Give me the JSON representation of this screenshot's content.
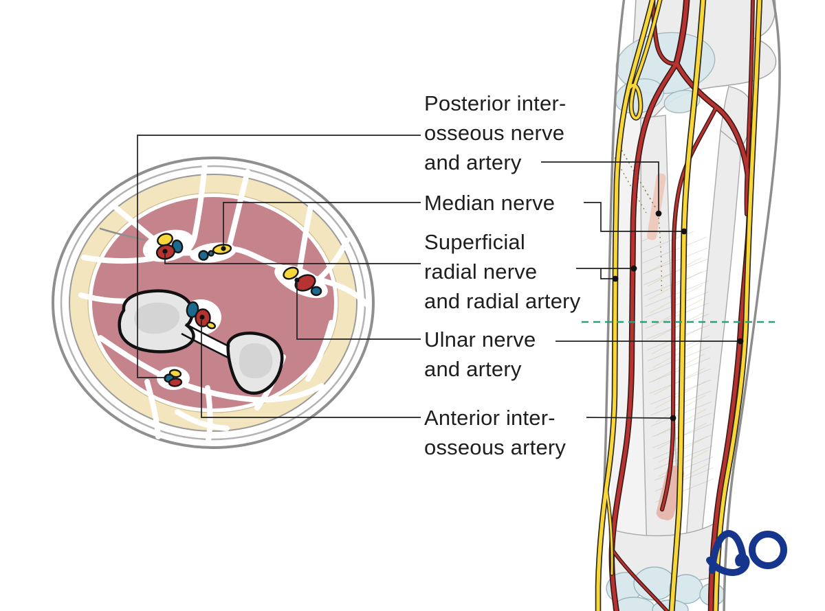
{
  "labels": {
    "posterior_interosseous": "Posterior inter-\nosseous nerve\nand artery",
    "median": "Median nerve",
    "superficial_radial": "Superficial\nradial nerve\nand radial artery",
    "ulnar": "Ulnar nerve\nand artery",
    "anterior_interosseous": "Anterior inter-\nosseous artery"
  },
  "logo_text": "AO",
  "colors": {
    "artery": "#b53331",
    "nerve": "#f7d73a",
    "vein": "#1d6a8f",
    "muscle": "#c5838c",
    "subcutaneous_fat": "#f3e5bd",
    "bone_fill": "#e6e6e6",
    "section_line": "#2aa17c",
    "logo_blue": "#16368d",
    "label_text": "#1e1e1e"
  }
}
